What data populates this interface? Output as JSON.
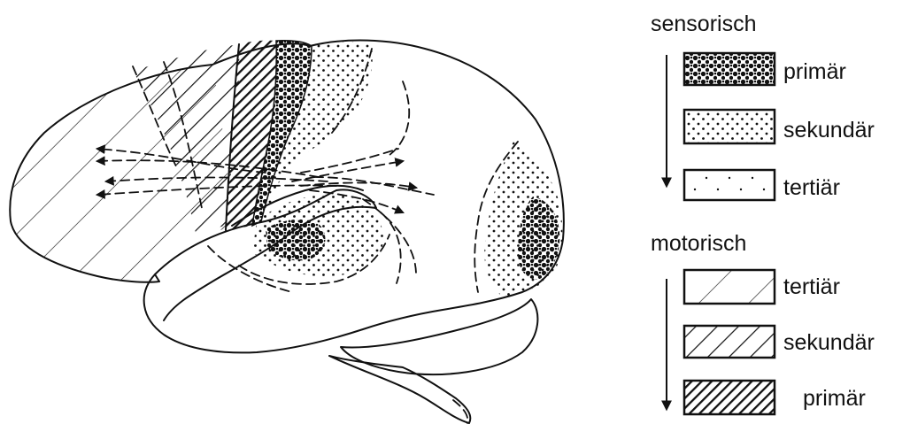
{
  "legend": {
    "sensory": {
      "heading": "sensorisch",
      "items": [
        {
          "label": "primär",
          "pattern": "dense-dots"
        },
        {
          "label": "sekundär",
          "pattern": "medium-dots"
        },
        {
          "label": "tertiär",
          "pattern": "sparse-dots"
        }
      ]
    },
    "motor": {
      "heading": "motorisch",
      "items": [
        {
          "label": "tertiär",
          "pattern": "wide-hatch"
        },
        {
          "label": "sekundär",
          "pattern": "medium-hatch"
        },
        {
          "label": "primär",
          "pattern": "dense-hatch"
        }
      ]
    }
  },
  "colors": {
    "ink": "#111111",
    "paper": "#ffffff"
  }
}
